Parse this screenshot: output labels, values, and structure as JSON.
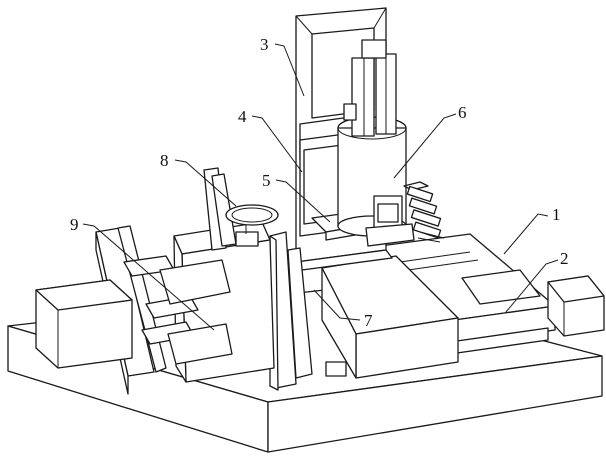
{
  "labels": [
    {
      "id": "1",
      "text": "1"
    },
    {
      "id": "2",
      "text": "2"
    },
    {
      "id": "3",
      "text": "3"
    },
    {
      "id": "4",
      "text": "4"
    },
    {
      "id": "5",
      "text": "5"
    },
    {
      "id": "6",
      "text": "6"
    },
    {
      "id": "7",
      "text": "7"
    },
    {
      "id": "8",
      "text": "8"
    },
    {
      "id": "9",
      "text": "9"
    }
  ],
  "colors": {
    "line": "#1a1a1a",
    "fill": "#ffffff"
  }
}
